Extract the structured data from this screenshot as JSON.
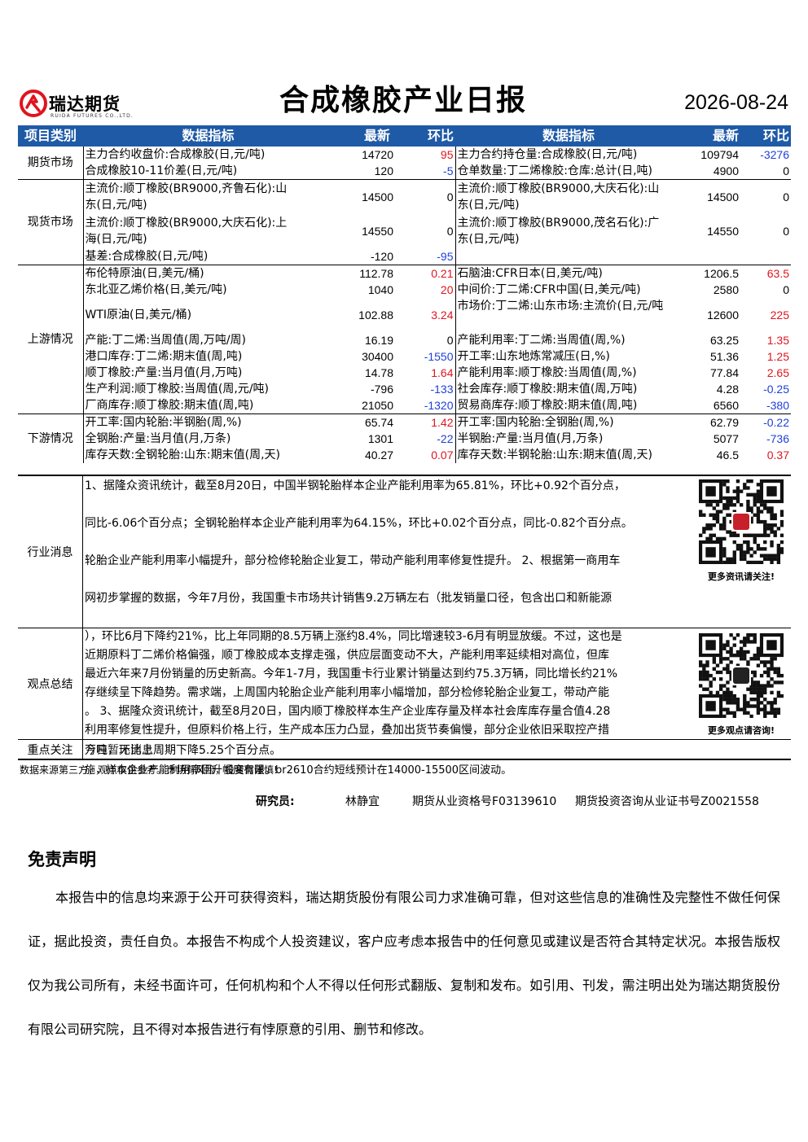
{
  "header": {
    "logo_cn": "瑞达期货",
    "logo_en": "RUIDA FUTURES CO.,LTD.",
    "title": "合成橡胶产业日报",
    "date": "2026-08-24"
  },
  "table": {
    "headers": [
      "项目类别",
      "数据指标",
      "最新",
      "环比",
      "数据指标",
      "最新",
      "环比"
    ],
    "groups": [
      {
        "category": "期货市场",
        "rows": [
          {
            "l_name": "主力合约收盘价:合成橡胶(日,元/吨)",
            "l_val": "14720",
            "l_chg": "95",
            "r_name": "主力合约持仓量:合成橡胶(日,元/吨)",
            "r_val": "109794",
            "r_chg": "-3276"
          },
          {
            "l_name": "合成橡胶10-11价差(日,元/吨)",
            "l_val": "120",
            "l_chg": "-5",
            "r_name": "仓单数量:丁二烯橡胶:仓库:总计(日,吨)",
            "r_val": "4900",
            "r_chg": "0"
          }
        ]
      },
      {
        "category": "现货市场",
        "rows": [
          {
            "l_name": "主流价:顺丁橡胶(BR9000,齐鲁石化):山",
            "l_name2": "东(日,元/吨)",
            "l_val": "14500",
            "l_chg": "0",
            "r_name": "主流价:顺丁橡胶(BR9000,大庆石化):山",
            "r_name2": "东(日,元/吨)",
            "r_val": "14500",
            "r_chg": "0"
          },
          {
            "l_name": "主流价:顺丁橡胶(BR9000,大庆石化):上",
            "l_name2": "海(日,元/吨)",
            "l_val": "14550",
            "l_chg": "0",
            "r_name": "主流价:顺丁橡胶(BR9000,茂名石化):广",
            "r_name2": "东(日,元/吨)",
            "r_val": "14550",
            "r_chg": "0"
          },
          {
            "l_name": "基差:合成橡胶(日,元/吨)",
            "l_val": "-120",
            "l_chg": "-95",
            "r_name": "",
            "r_val": "",
            "r_chg": ""
          }
        ]
      },
      {
        "category": "上游情况",
        "rows": [
          {
            "l_name": "布伦特原油(日,美元/桶)",
            "l_val": "112.78",
            "l_chg": "0.21",
            "r_name": "石脑油:CFR日本(日,美元/吨)",
            "r_val": "1206.5",
            "r_chg": "63.5"
          },
          {
            "l_name": "东北亚乙烯价格(日,美元/吨)",
            "l_val": "1040",
            "l_chg": "20",
            "r_name": "中间价:丁二烯:CFR中国(日,美元/吨)",
            "r_val": "2580",
            "r_chg": "0"
          },
          {
            "l_name": "WTI原油(日,美元/桶)",
            "l_val": "102.88",
            "l_chg": "3.24",
            "r_name": "市场价:丁二烯:山东市场:主流价(日,元/吨",
            "r_val": "12600",
            "r_chg": "225"
          },
          {
            "l_name": "产能:丁二烯:当周值(周,万吨/周)",
            "l_val": "16.19",
            "l_chg": "0",
            "r_name": "产能利用率:丁二烯:当周值(周,%)",
            "r_val": "63.25",
            "r_chg": "1.35"
          },
          {
            "l_name": "港口库存:丁二烯:期末值(周,吨)",
            "l_val": "30400",
            "l_chg": "-1550",
            "r_name": "开工率:山东地炼常减压(日,%)",
            "r_val": "51.36",
            "r_chg": "1.25"
          },
          {
            "l_name": "顺丁橡胶:产量:当月值(月,万吨)",
            "l_val": "14.78",
            "l_chg": "1.64",
            "r_name": "产能利用率:顺丁橡胶:当周值(周,%)",
            "r_val": "77.84",
            "r_chg": "2.65"
          },
          {
            "l_name": "生产利润:顺丁橡胶:当周值(周,元/吨)",
            "l_val": "-796",
            "l_chg": "-133",
            "r_name": "社会库存:顺丁橡胶:期末值(周,万吨)",
            "r_val": "4.28",
            "r_chg": "-0.25"
          },
          {
            "l_name": "厂商库存:顺丁橡胶:期末值(周,吨)",
            "l_val": "21050",
            "l_chg": "-1320",
            "r_name": "贸易商库存:顺丁橡胶:期末值(周,吨)",
            "r_val": "6560",
            "r_chg": "-380"
          }
        ]
      },
      {
        "category": "下游情况",
        "rows": [
          {
            "l_name": "开工率:国内轮胎:半钢胎(周,%)",
            "l_val": "65.74",
            "l_chg": "1.42",
            "r_name": "开工率:国内轮胎:全钢胎(周,%)",
            "r_val": "62.79",
            "r_chg": "-0.22"
          },
          {
            "l_name": "全钢胎:产量:当月值(月,万条)",
            "l_val": "1301",
            "l_chg": "-22",
            "r_name": "半钢胎:产量:当月值(月,万条)",
            "r_val": "5077",
            "r_chg": "-736"
          },
          {
            "l_name": "库存天数:全钢轮胎:山东:期末值(周,天)",
            "l_val": "40.27",
            "l_chg": "0.07",
            "r_name": "库存天数:半钢轮胎:山东:期末值(周,天)",
            "r_val": "46.5",
            "r_chg": "0.37"
          }
        ]
      }
    ]
  },
  "news": {
    "label": "行业消息",
    "lines": [
      "1、据隆众资讯统计，截至8月20日，中国半钢轮胎样本企业产能利用率为65.81%，环比+0.92个百分点，",
      "同比-6.06个百分点；全钢轮胎样本企业产能利用率为64.15%，环比+0.02个百分点，同比-0.82个百分点。",
      "轮胎企业产能利用率小幅提升，部分检修轮胎企业复工，带动产能利用率修复性提升。 2、根据第一商用车",
      "网初步掌握的数据，今年7月份，我国重卡市场共计销售9.2万辆左右（批发销量口径，包含出口和新能源"
    ],
    "qr_caption": "更多资讯请关注!"
  },
  "view": {
    "label": "观点总结",
    "lines": [
      "），环比6月下降约21%，比上年同期的8.5万辆上涨约8.4%，同比增速较3-6月有明显放缓。不过，这也是",
      "近期原料丁二烯价格偏强，顺丁橡胶成本支撑走强，供应层面变动不大，产能利用率延续相对高位，但库",
      "最近六年来7月份销量的历史新高。今年1-7月，我国重卡行业累计销量达到约75.3万辆，同比增长约21%",
      "存继续呈下降趋势。需求端，上周国内轮胎企业产能利用率小幅增加，部分检修轮胎企业复工，带动产能",
      "。 3、据隆众资讯统计，截至8月20日，国内顺丁橡胶样本生产企业库存量及样本社会库库存量合值4.28",
      "利用率修复性提升，但原料价格上行，生产成本压力凸显，叠加出货节奏偏慢，部分企业依旧采取控产措"
    ],
    "qr_caption": "更多观点请咨询!"
  },
  "focus": {
    "label": "重点关注",
    "text": "万吨，环比上周期下降5.25个百分点。",
    "overlap": "今日暂无消息"
  },
  "source": {
    "text": "数据来源第三方，观点仅供参考。市场有风险，投资需谨慎!",
    "overlap": "施，样本企业产能利用率回升幅度有限。br2610合约短线预计在14000-15500区间波动。"
  },
  "analyst": {
    "label": "研究员:",
    "name": "林静宜",
    "qual": "期货从业资格号F03139610",
    "consult": "期货投资咨询从业证书号Z0021558"
  },
  "disclaimer": {
    "title": "免责声明",
    "text": "本报告中的信息均来源于公开可获得资料，瑞达期货股份有限公司力求准确可靠，但对这些信息的准确性及完整性不做任何保证，据此投资，责任自负。本报告不构成个人投资建议，客户应考虑本报告中的任何意见或建议是否符合其特定状况。本报告版权仅为我公司所有，未经书面许可，任何机构和个人不得以任何形式翻版、复制和发布。如引用、刊发，需注明出处为瑞达期货股份有限公司研究院，且不得对本报告进行有悖原意的引用、删节和修改。"
  },
  "colors": {
    "header_bg": "#1f5aa6",
    "positive": "#e0141e",
    "negative": "#1f3fd8",
    "logo_red": "#e0141e"
  }
}
